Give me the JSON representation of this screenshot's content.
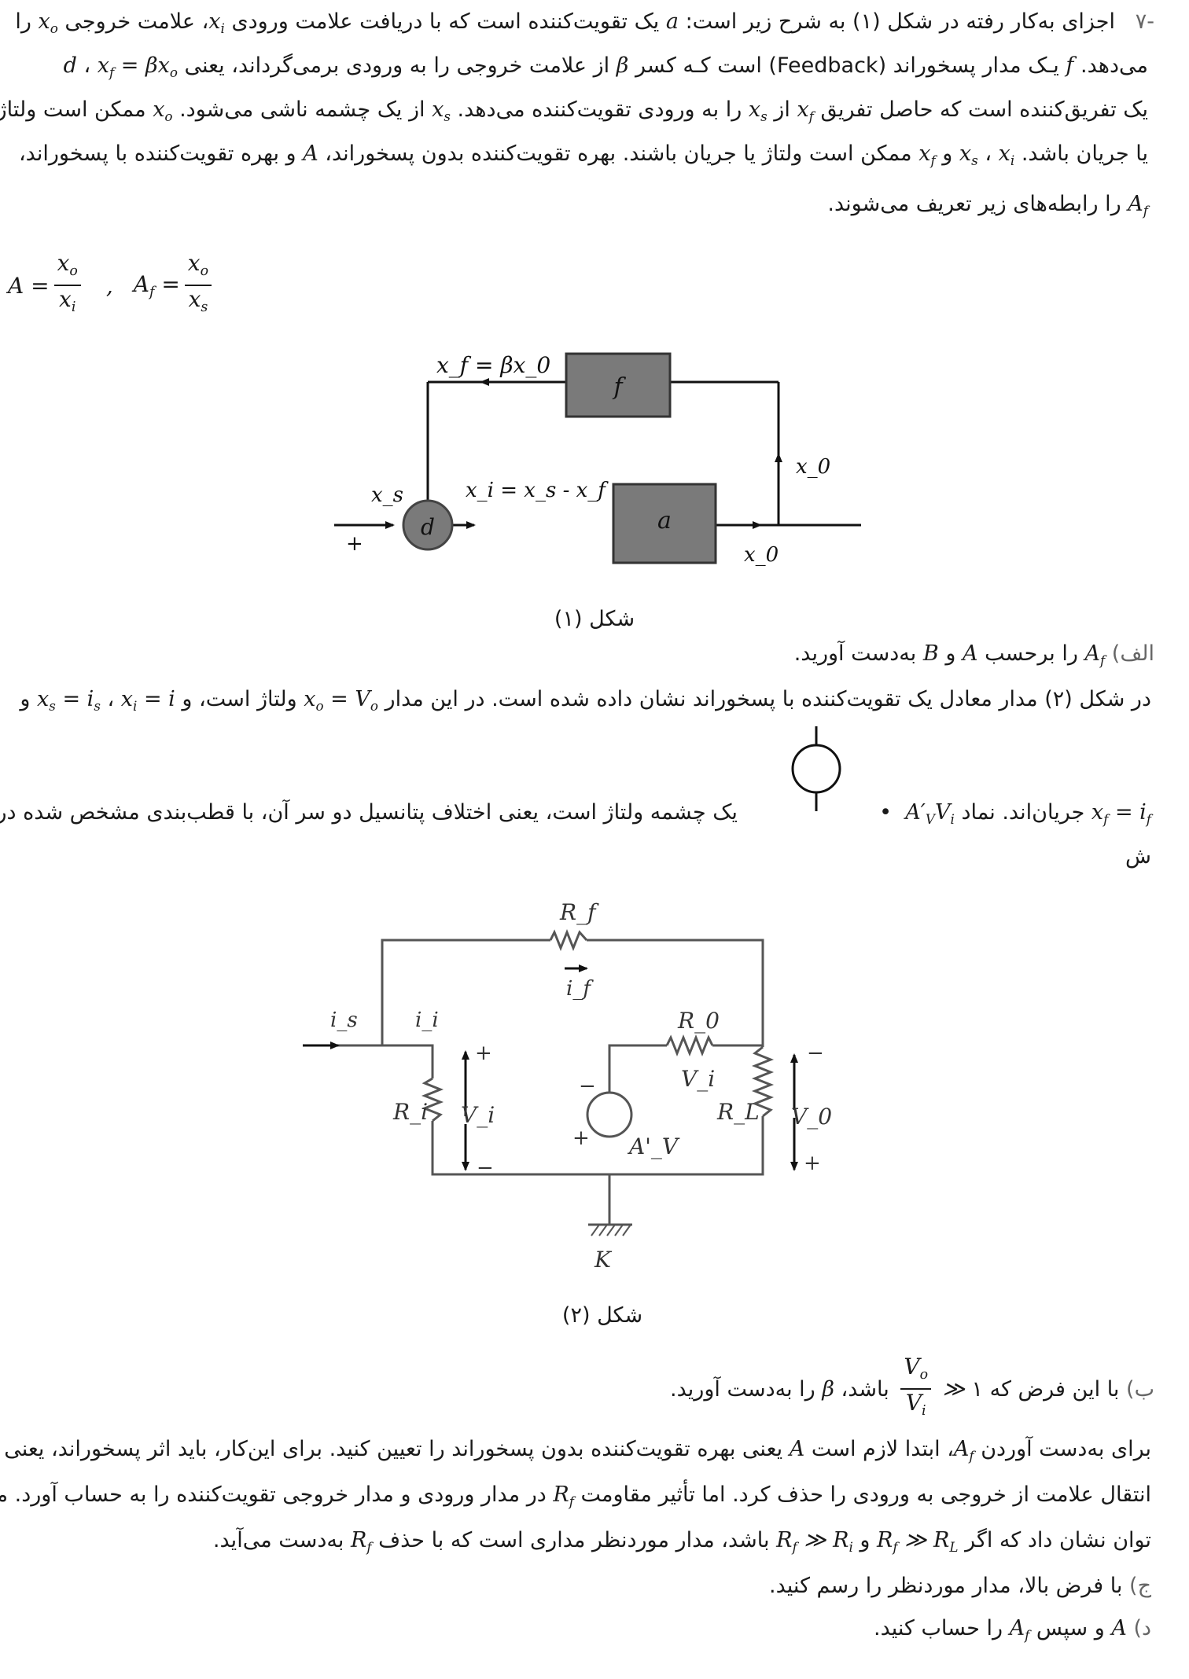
{
  "problem": {
    "number": "-۷",
    "intro": {
      "l1_a": "اجزای به‌کار رفته در شکل (۱) به شرح زیر است:",
      "l1_b": "یک تقویت‌کننده است که با دریافت علامت ورودی",
      "l1_c": "، علامت خروجی",
      "l1_d": "را",
      "l2_a": "می‌دهد.",
      "l2_b": "یـک مدار پسخوراند (Feedback) است کـه کسر",
      "l2_c": "از علامت خروجی را به ورودی برمی‌گرداند، یعنی",
      "l3_a": "یک تفریق‌کننده است که حاصل تفریق",
      "l3_b": "از",
      "l3_c": "را به ورودی تقویت‌کننده می‌دهد.",
      "l3_d": "از یک چشمه ناشی می‌شود.",
      "l3_e": "ممکن است ولتاژ",
      "l4_a": "یا جریان باشد.",
      "l4_b": "و",
      "l4_c": "ممکن است ولتاژ یا جریان باشند. بهره تقویت‌کننده بدون پسخوراند،",
      "l4_d": "و بهره تقویت‌کننده با پسخوراند،",
      "l5_a": "را رابطه‌های زیر تعریف می‌شوند."
    },
    "formulas": {
      "A": "A =",
      "Af": "A_f =",
      "sep": ","
    }
  },
  "figure1": {
    "caption": "شکل (۱)",
    "labels": {
      "feedback_eq": "x_f = βx_0",
      "f_block": "f",
      "a_block": "a",
      "d_node": "d",
      "xs": "x_s",
      "plus": "+",
      "xi_eq": "x_i = x_s - x_f",
      "x0_top": "x_0",
      "x0_bottom": "x_0"
    }
  },
  "part_alef": {
    "label": "الف)",
    "text_a": "را برحسب",
    "text_b": "و",
    "text_c": "به‌دست آورید."
  },
  "figure2_text": {
    "l1_a": "در شکل (۲) مدار معادل یک تقویت‌کننده با پسخوراند نشان داده شده است. در این مدار",
    "l1_b": "ولتاژ است، و",
    "l1_c": "و",
    "l2_a": "جریان‌اند. نماد",
    "l2_b": "یک چشمه ولتاژ است، یعنی اختلاف پتانسیل دو سر آن، با قطب‌بندی مشخص شده در",
    "l3": "ش"
  },
  "figure2": {
    "caption": "شکل (۲)",
    "labels": {
      "Rf": "R_f",
      "if": "i_f",
      "is": "i_s",
      "ii": "i_i",
      "Ri": "R_i",
      "Vi": "V_i",
      "R0": "R_0",
      "Vi2": "V_i",
      "RL": "R_L",
      "V0": "V_0",
      "AV": "A'_V",
      "K": "K",
      "plus": "+",
      "minus": "−"
    }
  },
  "part_be": {
    "label": "ب)",
    "text_a": "با این فرض که",
    "text_b": "باشد،",
    "text_c": "را به‌دست آورید.",
    "one": "۱"
  },
  "explain": {
    "l1_a": "برای به‌دست آوردن",
    "l1_b": "، ابتدا لازم است",
    "l1_c": "یعنی بهره تقویت‌کننده بدون پسخوراند را تعیین کنید. برای این‌کار، باید اثر پسخوراند، یعنی",
    "l2_a": "انتقال علامت از خروجی به ورودی را حذف کرد. اما تأثیر مقاومت",
    "l2_b": "در مدار ورودی و مدار خروجی تقویت‌کننده را به حساب آورد. می-",
    "l3_a": "توان نشان داد که اگر",
    "l3_b": "و",
    "l3_c": "باشد، مدار موردنظر مداری است که با حذف",
    "l3_d": "به‌دست می‌آید."
  },
  "part_jim": {
    "label": "ج)",
    "text": "با فرض بالا، مدار موردنظر را رسم کنید."
  },
  "part_dal": {
    "label": "د)",
    "text_a": "و سپس",
    "text_b": "را حساب کنید."
  }
}
